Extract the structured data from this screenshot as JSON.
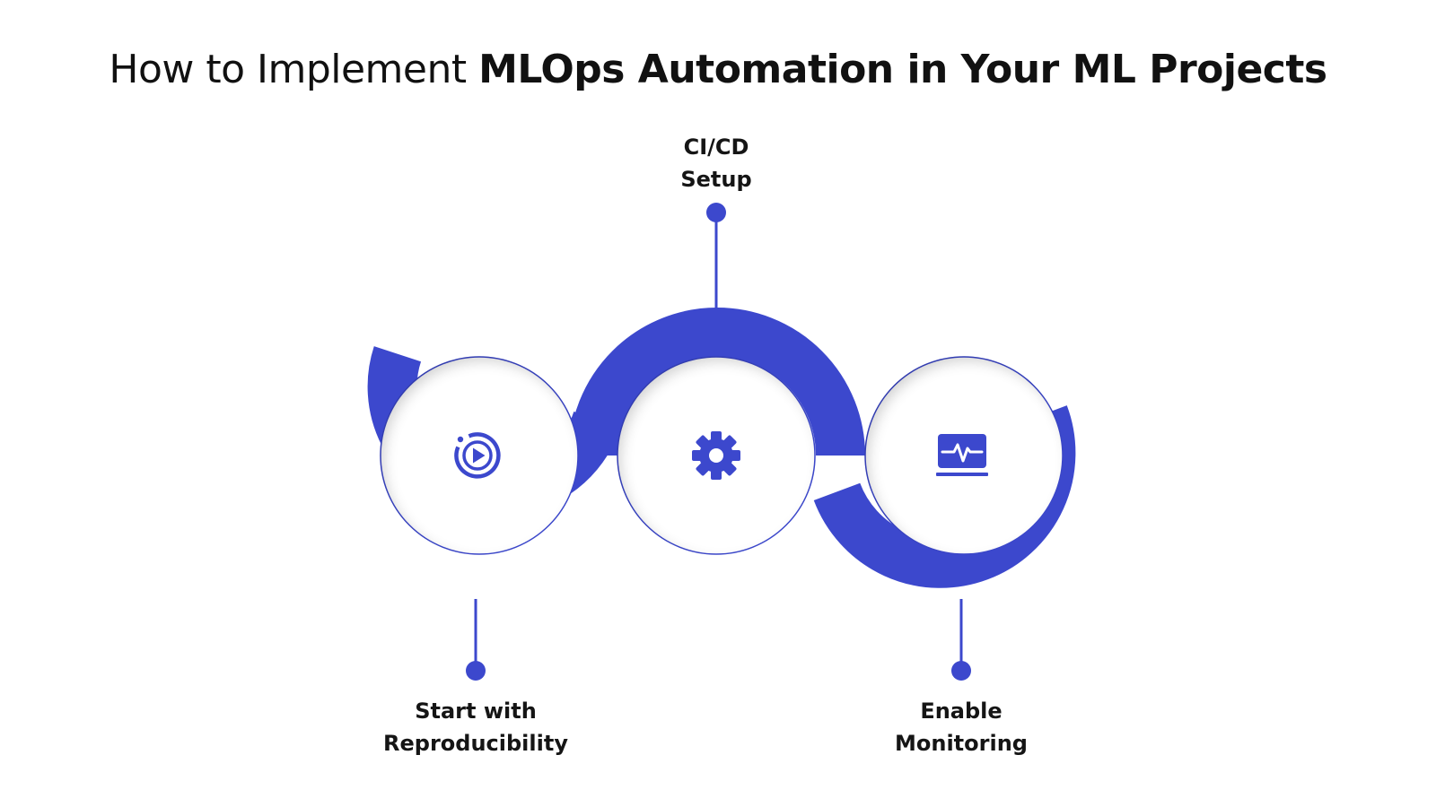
{
  "title": {
    "prefix": "How to Implement ",
    "emphasis": "MLOps Automation in Your ML Projects"
  },
  "colors": {
    "accent": "#3c48cd",
    "circle_fill": "#ffffff",
    "text": "#151515"
  },
  "steps": [
    {
      "line1": "Start with",
      "line2": "Reproducibility",
      "icon": "play-replay-icon"
    },
    {
      "line1": "CI/CD",
      "line2": "Setup",
      "icon": "gear-icon"
    },
    {
      "line1": "Enable",
      "line2": "Monitoring",
      "icon": "monitor-pulse-icon"
    }
  ]
}
